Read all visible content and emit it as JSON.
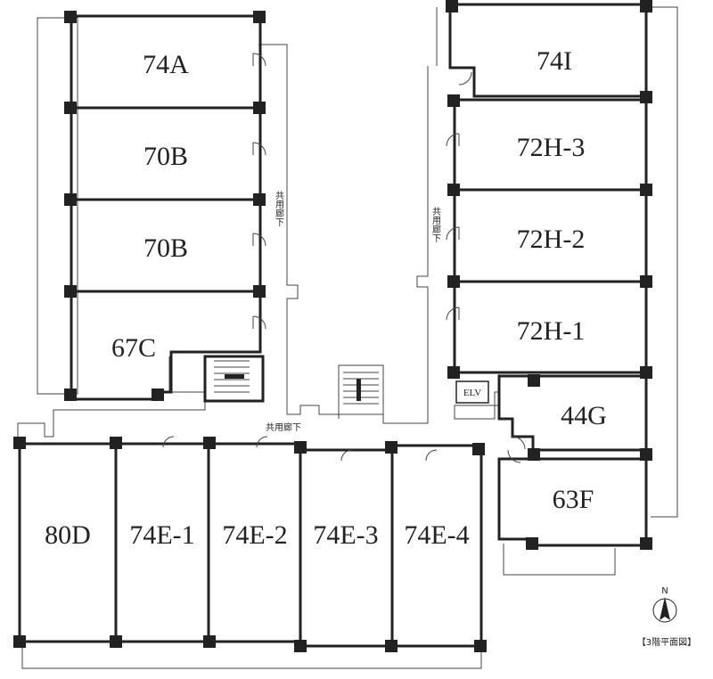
{
  "title": "【3階平面図】",
  "corridor_label": "共用廊下",
  "elevator_label": "ELV",
  "compass_label": "N",
  "colors": {
    "green_unit": "#e3efe6",
    "blue_unit": "#c9dbee",
    "pink_unit": "#ead3e4",
    "wall": "#222222"
  },
  "units": [
    {
      "id": "74A",
      "label": "74A",
      "color": "green"
    },
    {
      "id": "70B-1",
      "label": "70B",
      "color": "green"
    },
    {
      "id": "70B-2",
      "label": "70B",
      "color": "green"
    },
    {
      "id": "67C",
      "label": "67C",
      "color": "green"
    },
    {
      "id": "74I",
      "label": "74I",
      "color": "green"
    },
    {
      "id": "72H-3",
      "label": "72H-3",
      "color": "green"
    },
    {
      "id": "72H-2",
      "label": "72H-2",
      "color": "green"
    },
    {
      "id": "72H-1",
      "label": "72H-1",
      "color": "green"
    },
    {
      "id": "44G",
      "label": "44G",
      "color": "pink"
    },
    {
      "id": "63F",
      "label": "63F",
      "color": "pink"
    },
    {
      "id": "80D",
      "label": "80D",
      "color": "blue"
    },
    {
      "id": "74E-1",
      "label": "74E-1",
      "color": "green"
    },
    {
      "id": "74E-2",
      "label": "74E-2",
      "color": "green"
    },
    {
      "id": "74E-3",
      "label": "74E-3",
      "color": "green"
    },
    {
      "id": "74E-4",
      "label": "74E-4",
      "color": "green"
    }
  ]
}
